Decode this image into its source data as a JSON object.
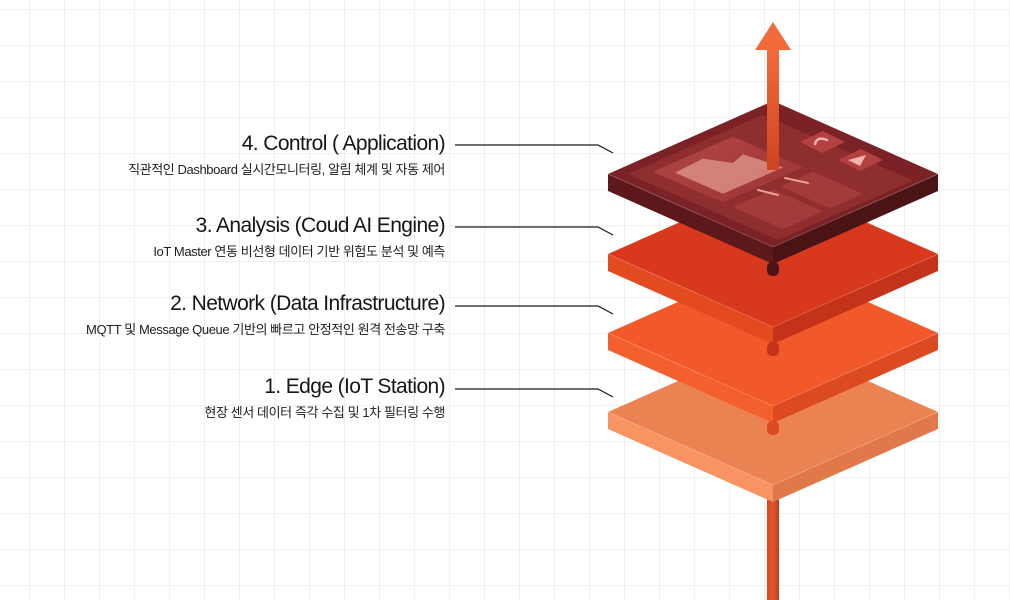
{
  "diagram": {
    "type": "layered-architecture",
    "direction": "bottom-to-top",
    "layers": [
      {
        "id": "control",
        "title": "4. Control ( Application)",
        "description": "직관적인 Dashboard 실시간모니터링, 알림 체계 및 자동 제어",
        "color_top": "#7a2226",
        "color_left": "#5c181b",
        "color_right": "#4a1316",
        "icons": [
          "chart-panel-icon",
          "list-panel-icon",
          "text-panel-icon",
          "gauge-icon",
          "play-icon"
        ]
      },
      {
        "id": "analysis",
        "title": "3. Analysis (Coud AI Engine)",
        "description": "IoT Master  연동 비선형 데이터 기반 위험도 분석 및 예측",
        "color_top": "#d8391c",
        "color_left": "#e44a1f",
        "color_right": "#c4321a"
      },
      {
        "id": "network",
        "title": "2. Network (Data Infrastructure)",
        "description": "MQTT 및 Message Queue 기반의 빠르고 안정적인 원격 전송망 구축",
        "color_top": "#f2592a",
        "color_left": "#f4602d",
        "color_right": "#dc4a22"
      },
      {
        "id": "edge",
        "title": "1. Edge (IoT Station)",
        "description": "현장 센서 데이터 즉각 수집 및 1차 필터링 수행",
        "color_top": "#ea8251",
        "color_left": "#f79462",
        "color_right": "#e0784a"
      }
    ],
    "flow_arrow": {
      "direction": "up",
      "color_top": "#f26a3a",
      "color_bottom": "#d04420"
    },
    "leader_line_color": "#1a1a1a"
  }
}
